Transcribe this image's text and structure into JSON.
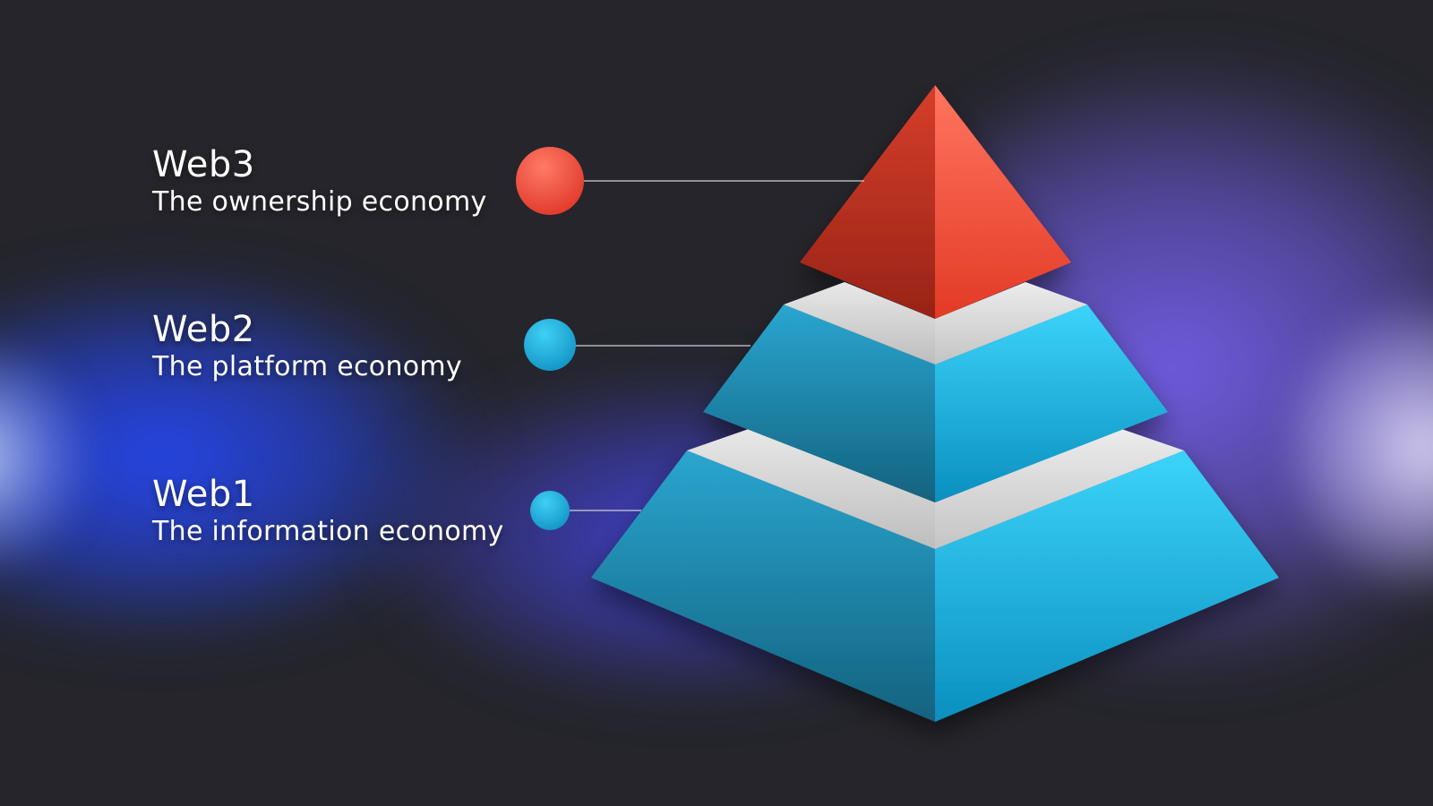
{
  "tiers": [
    {
      "title": "Web3",
      "subtitle": "The ownership economy"
    },
    {
      "title": "Web2",
      "subtitle": "The platform economy"
    },
    {
      "title": "Web1",
      "subtitle": "The information economy"
    }
  ],
  "colors": {
    "background": "#25252b",
    "top_tier": "#e8452f",
    "lower_tiers": "#2ab4e0",
    "separator": "#d8d8d8",
    "connector_line": "#cfcfd6"
  }
}
